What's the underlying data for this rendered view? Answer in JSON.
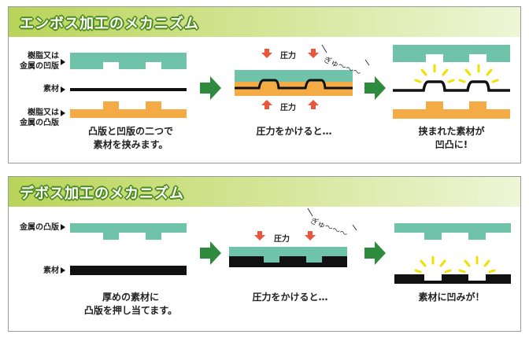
{
  "colors": {
    "teal": "#6fc3a8",
    "orange": "#f4ab45",
    "black": "#111111",
    "green_arrow": "#2e8b3e",
    "red_arrow": "#e8573c",
    "spark": "#f2e000",
    "title_outline": "#4a8a1c"
  },
  "emboss": {
    "title": "エンボス加工のメカニズム",
    "label_top_die": "樹脂又は金属の凹版",
    "label_top_die_line1": "樹脂又は",
    "label_top_die_line2": "金属の凹版",
    "label_material": "素材",
    "label_bottom_die_line1": "樹脂又は",
    "label_bottom_die_line2": "金属の凸版",
    "step1_caption_line1": "凸版と凹版の二つで",
    "step1_caption_line2": "素材を挟みます。",
    "pressure_label_top": "圧力",
    "pressure_label_bottom": "圧力",
    "sound": "ぎゅ〜〜〜",
    "step2_caption": "圧力をかけると…",
    "step3_caption_line1": "挟まれた素材が",
    "step3_caption_line2": "凹凸に!"
  },
  "deboss": {
    "title": "デボス加工のメカニズム",
    "label_die": "金属の凸版",
    "label_material": "素材",
    "step1_caption_line1": "厚めの素材に",
    "step1_caption_line2": "凸版を押し当てます。",
    "pressure_label": "圧力",
    "sound": "ぎゅ〜〜〜",
    "step2_caption": "圧力をかけると…",
    "step3_caption": "素材に凹みが！"
  }
}
